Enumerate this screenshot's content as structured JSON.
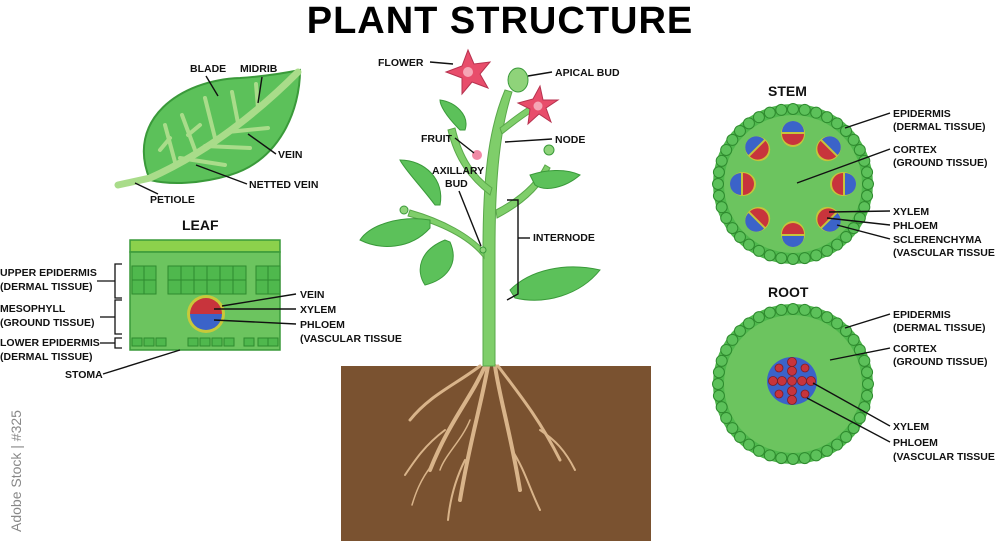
{
  "title": "PLANT STRUCTURE",
  "watermark": "Adobe Stock | #325",
  "colors": {
    "leaf_green": "#5cc15a",
    "dark_green": "#3a9a3a",
    "soil": "#7a5230",
    "xylem_red": "#c8343c",
    "phloem_blue": "#3b63c9",
    "sclerenchyma_yellow": "#c7c43a",
    "flower_pink": "#e84d6b"
  },
  "leaf": {
    "heading": "LEAF",
    "blade": "BLADE",
    "midrib": "MIDRIB",
    "vein": "VEIN",
    "netted_vein": "NETTED VEIN",
    "petiole": "PETIOLE",
    "upper_epidermis": "UPPER EPIDERMIS",
    "upper_epidermis_sub": "(DERMAL TISSUE)",
    "mesophyll": "MESOPHYLL",
    "mesophyll_sub": "(GROUND TISSUE)",
    "lower_epidermis": "LOWER EPIDERMIS",
    "lower_epidermis_sub": "(DERMAL TISSUE)",
    "stoma": "STOMA",
    "xs_vein": "VEIN",
    "xs_xylem": "XYLEM",
    "xs_phloem": "PHLOEM",
    "xs_vascular": "(VASCULAR TISSUE"
  },
  "plant": {
    "flower": "FLOWER",
    "apical_bud": "APICAL BUD",
    "fruit": "FRUIT",
    "node": "NODE",
    "axillary": "AXILLARY",
    "bud": "BUD",
    "internode": "INTERNODE"
  },
  "stem": {
    "heading": "STEM",
    "epidermis": "EPIDERMIS",
    "epidermis_sub": "(DERMAL TISSUE)",
    "cortex": "CORTEX",
    "cortex_sub": "(GROUND TISSUE)",
    "xylem": "XYLEM",
    "phloem": "PHLOEM",
    "sclerenchyma": "SCLERENCHYMA",
    "vascular_sub": "(VASCULAR TISSUE"
  },
  "root": {
    "heading": "ROOT",
    "epidermis": "EPIDERMIS",
    "epidermis_sub": "(DERMAL TISSUE)",
    "cortex": "CORTEX",
    "cortex_sub": "(GROUND TISSUE)",
    "xylem": "XYLEM",
    "phloem": "PHLOEM",
    "vascular_sub": "(VASCULAR TISSUE"
  }
}
